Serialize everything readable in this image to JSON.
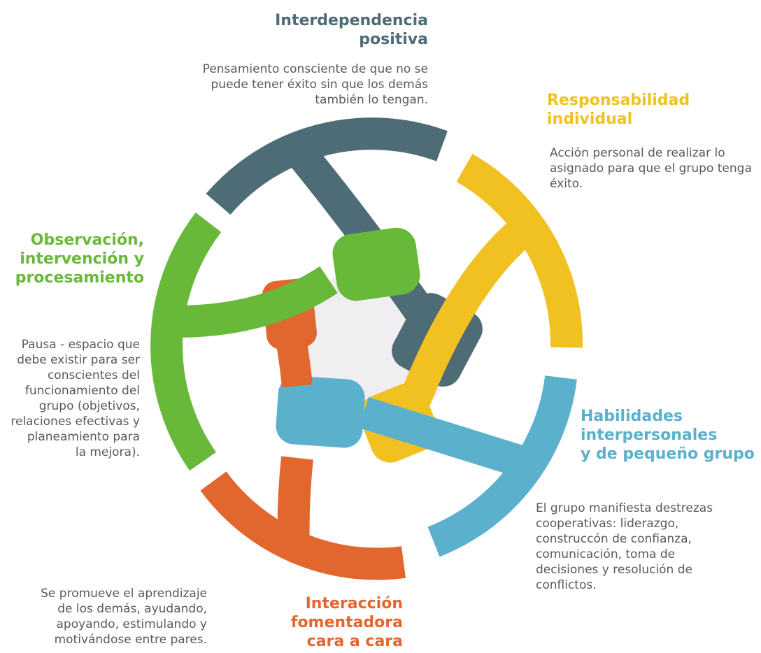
{
  "colors": {
    "interdependencia": "#4d6c75",
    "responsabilidad": "#f0c121",
    "habilidades": "#5bb0cc",
    "interaccion": "#e2672e",
    "observacion": "#68b83a",
    "center": "#f1eef2"
  },
  "components": [
    {
      "id": "interdependencia",
      "title": "Interdependencia\npositiva",
      "description": "Pensamiento consciente de que no se\npuede tener éxito sin que los demás\ntambién lo tengan."
    },
    {
      "id": "responsabilidad",
      "title": "Responsabilidad\nindividual",
      "description": "Acción personal de realizar lo\nasignado para que el grupo tenga\néxito."
    },
    {
      "id": "observacion",
      "title": "Observación,\nintervención y\nprocesamiento",
      "description": "Pausa - espacio que\ndebe existir para ser\nconscientes del\nfuncionamiento del\ngrupo (objetivos,\nrelaciones efectivas y\nplaneamiento para\nla mejora)."
    },
    {
      "id": "habilidades",
      "title": "Habilidades\ninterpersonales\ny de pequeño grupo",
      "description": "El grupo manifiesta destrezas\ncooperativas: liderazgo,\nconstruccón de confianza,\ncomunicación, toma de\ndecisiones y resolución de\nconflictos."
    },
    {
      "id": "interaccion",
      "title": "Interacción fomentadora\ncara a cara",
      "description": "Se  promueve el aprendizaje\nde los demás, ayudando,\napoyando, estimulando y\nmotivándose entre pares."
    }
  ]
}
